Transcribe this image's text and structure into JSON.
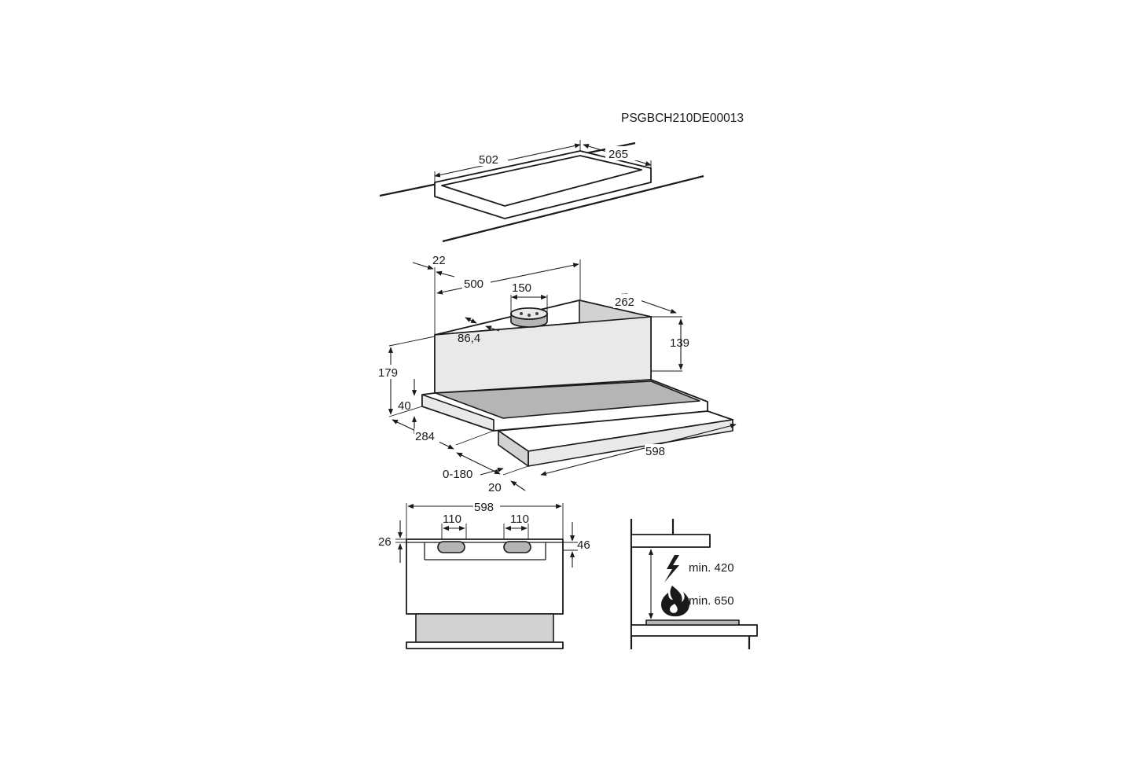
{
  "drawing_code": "PSGBCH210DE00013",
  "cutout": {
    "width": "502",
    "depth": "265"
  },
  "hood": {
    "offset": "22",
    "outlet_position": "500",
    "outlet_diameter": "150",
    "outlet_offset": "86,4",
    "depth": "262",
    "body_height": "139",
    "total_height": "179",
    "front_height": "40",
    "total_depth": "284",
    "extension": "0-180",
    "front_thickness": "20",
    "width": "598"
  },
  "front_view": {
    "width": "598",
    "left_spacing": "110",
    "right_spacing": "110",
    "left_height": "26",
    "right_height": "46"
  },
  "installation": {
    "electric_min": "min. 420",
    "gas_min": "min. 650",
    "electric_icon": "lightning-icon",
    "gas_icon": "flame-icon"
  }
}
